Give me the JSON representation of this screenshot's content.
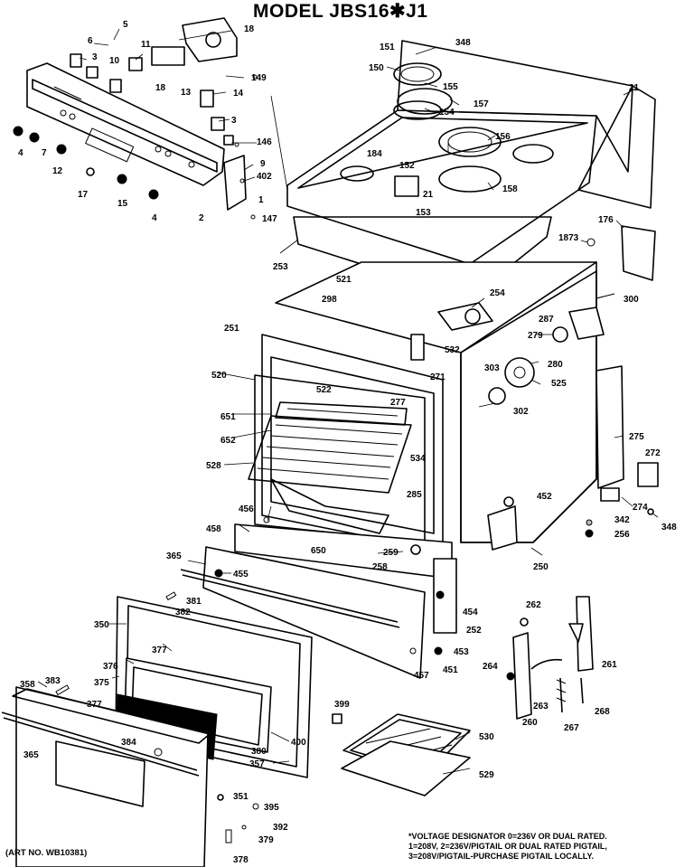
{
  "title": "MODEL JBS16✱J1",
  "footnote": [
    "*VOLTAGE DESIGNATOR 0=236V OR DUAL RATED.",
    "1=208V, 2=236V/PIGTAIL OR DUAL RATED PIGTAIL,",
    "3=208V/PIGTAIL-PURCHASE PIGTAIL LOCALLY."
  ],
  "art_number": "(ART NO. WB10381)",
  "callouts": {
    "c5": "5",
    "c6": "6",
    "c3a": "3",
    "c10": "10",
    "c11": "11",
    "c18a": "18",
    "c18b": "18",
    "c149": "149",
    "c13": "13",
    "c14": "14",
    "c3b": "3",
    "c146": "146",
    "c4a": "4",
    "c7": "7",
    "c12": "12",
    "c9": "9",
    "c402": "402",
    "c1": "1",
    "c17": "17",
    "c15": "15",
    "c4b": "4",
    "c2": "2",
    "c147": "147",
    "c151": "151",
    "c348a": "348",
    "c150": "150",
    "c155": "155",
    "c157": "157",
    "c154": "154",
    "c156": "156",
    "c184": "184",
    "c152": "152",
    "c158": "158",
    "c153": "153",
    "c21": "21",
    "c176": "176",
    "c1873": "1873",
    "c253": "253",
    "c521": "521",
    "c298": "298",
    "c254": "254",
    "c300": "300",
    "c287": "287",
    "c251": "251",
    "c532": "532",
    "c279": "279",
    "c280": "280",
    "c271": "271",
    "c303": "303",
    "c525": "525",
    "c520": "520",
    "c522": "522",
    "c277": "277",
    "c302": "302",
    "c651": "651",
    "c652": "652",
    "c534": "534",
    "c275": "275",
    "c528": "528",
    "c272": "272",
    "c285": "285",
    "c452": "452",
    "c274": "274",
    "c456": "456",
    "c342": "342",
    "c348b": "348",
    "c458": "458",
    "c256": "256",
    "c650": "650",
    "c259": "259",
    "c258": "258",
    "c365a": "365",
    "c455": "455",
    "c250": "250",
    "c381": "381",
    "c382a": "382",
    "c454": "454",
    "c262": "262",
    "c350": "350",
    "c252": "252",
    "c453": "453",
    "c261": "261",
    "c377a": "377",
    "c376": "376",
    "c451": "451",
    "c375": "375",
    "c457": "457",
    "c264": "264",
    "c358": "358",
    "c383": "383",
    "c377b": "377",
    "c263": "263",
    "c399": "399",
    "c268": "268",
    "c260": "260",
    "c267": "267",
    "c400": "400",
    "c530": "530",
    "c384": "384",
    "c380": "380",
    "c365b": "365",
    "c357": "357",
    "c529": "529",
    "c351": "351",
    "c395": "395",
    "c392": "392",
    "c379": "379",
    "c378": "378"
  }
}
